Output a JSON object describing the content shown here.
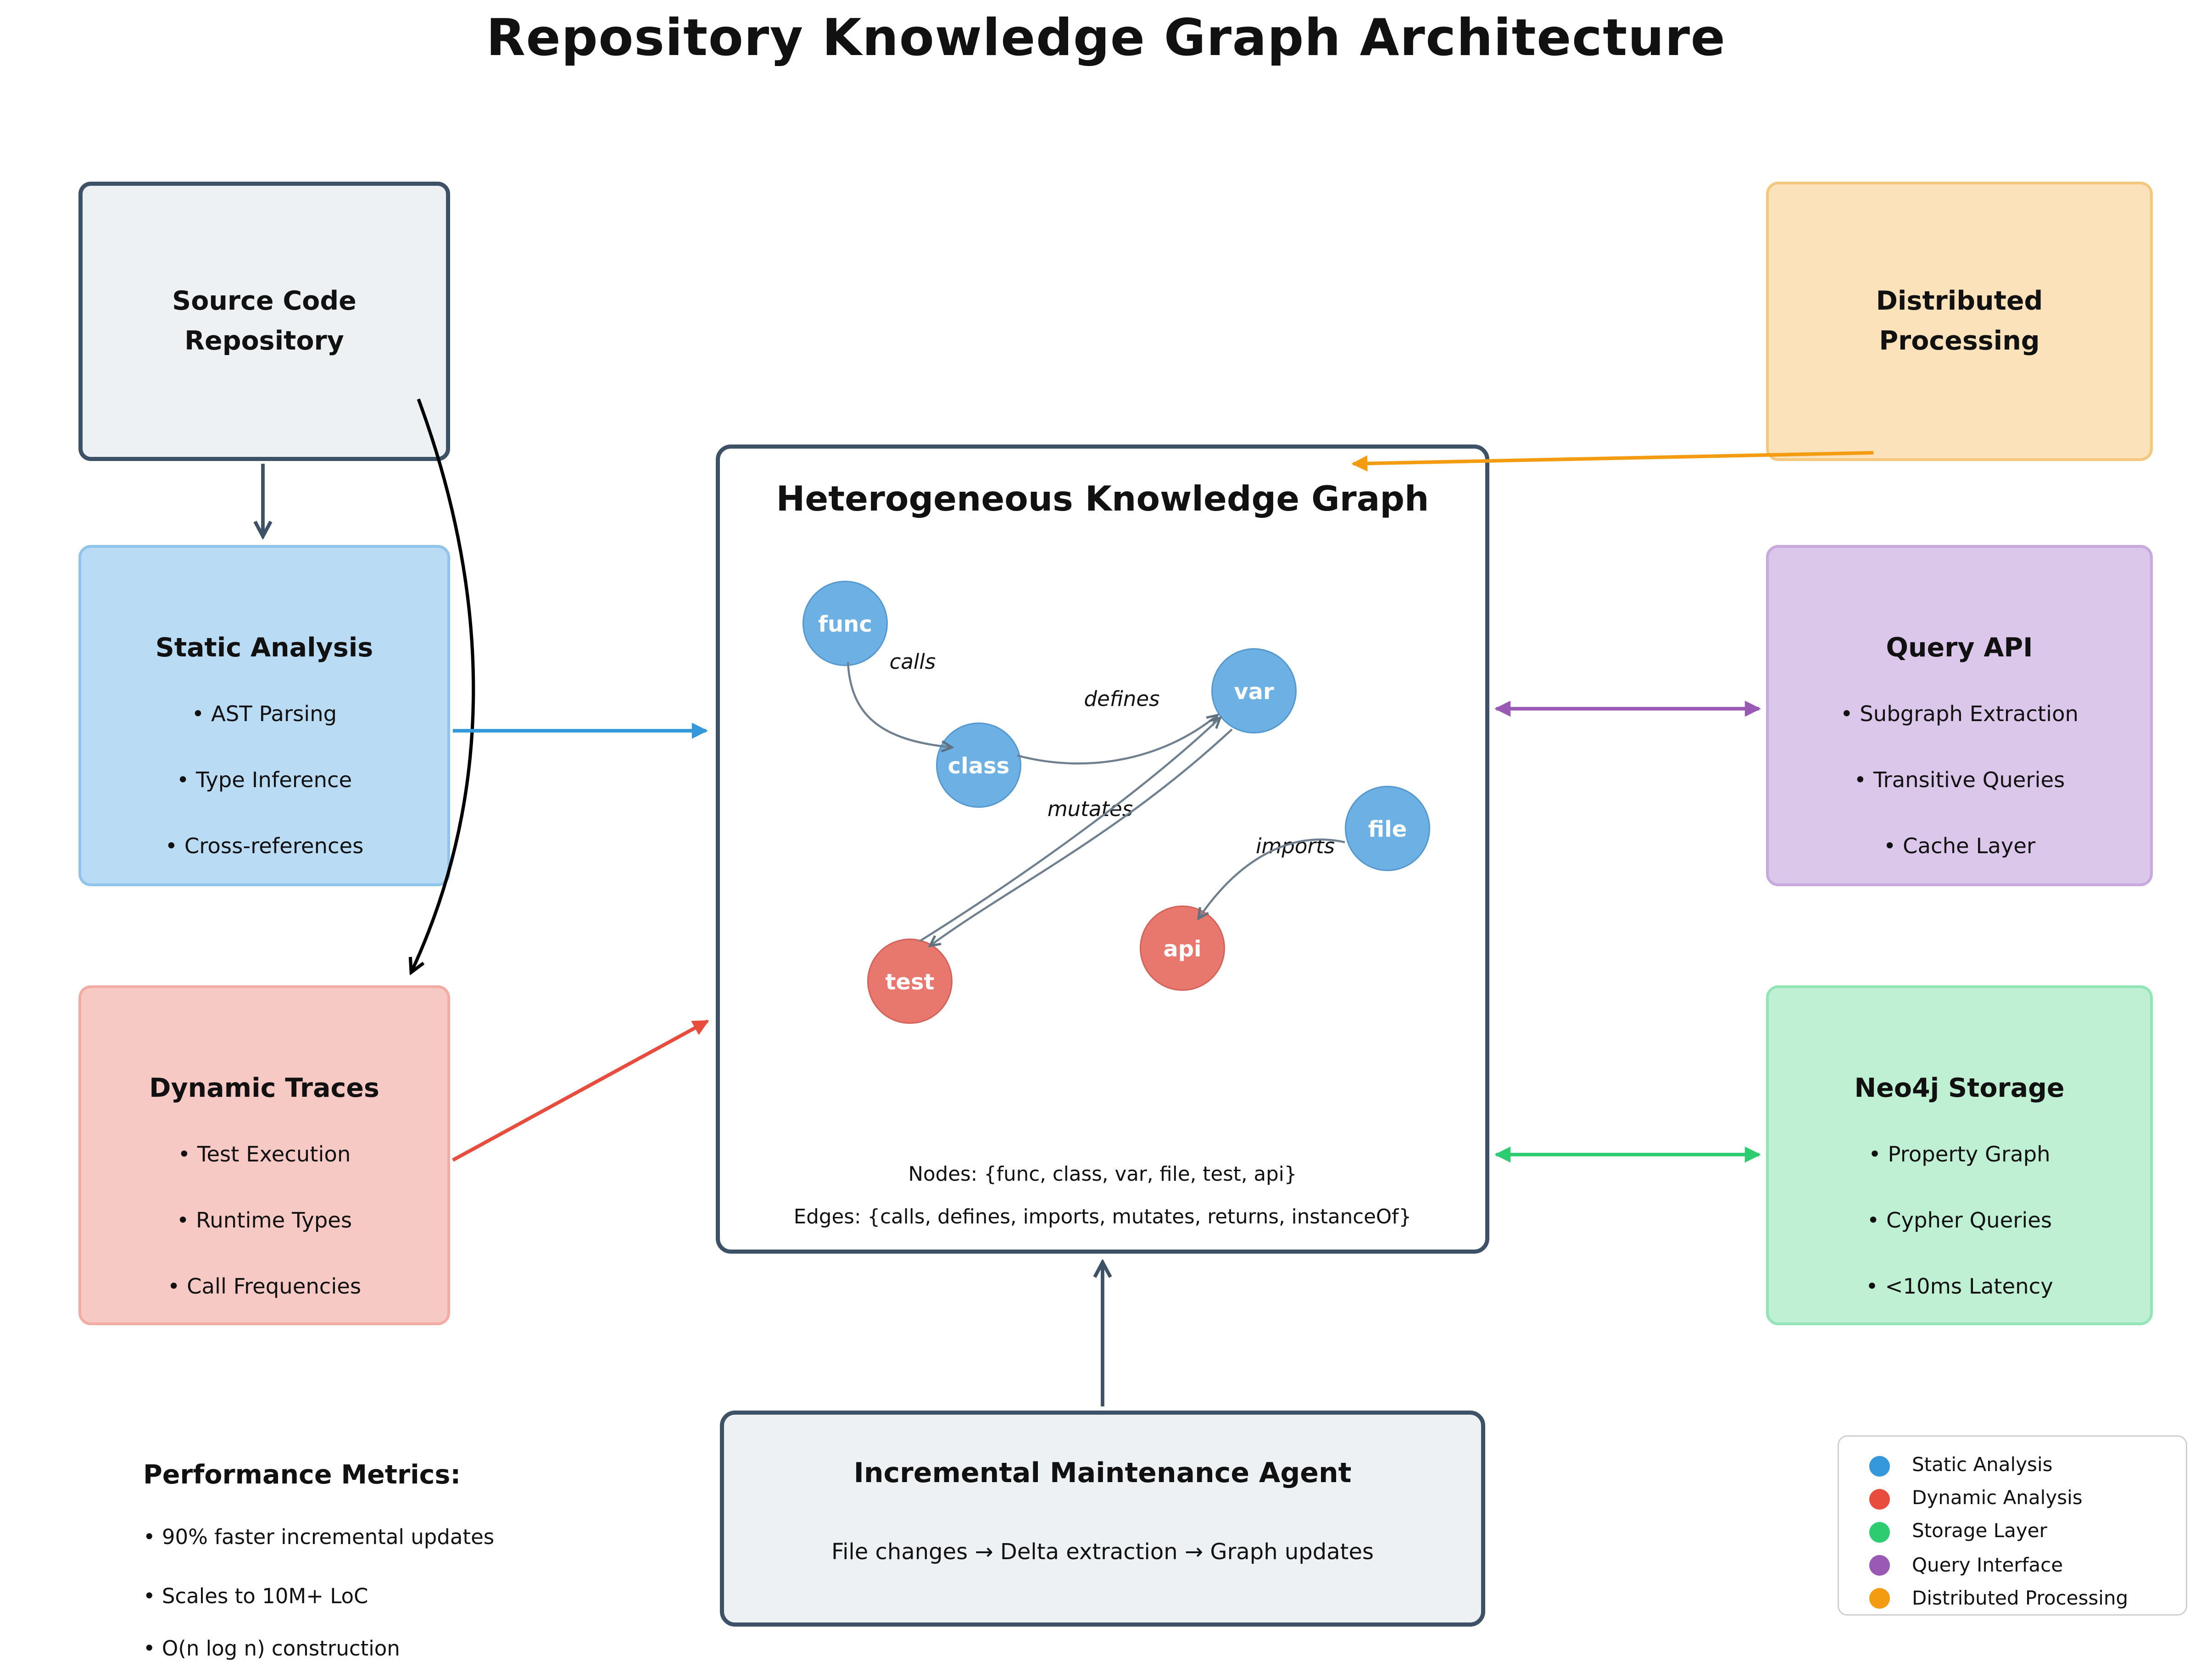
{
  "title": "Repository Knowledge Graph Architecture",
  "boxes": {
    "source_repo": {
      "title_line1": "Source Code",
      "title_line2": "Repository"
    },
    "static_analysis": {
      "title": "Static Analysis",
      "bullets": [
        "• AST Parsing",
        "• Type Inference",
        "• Cross-references"
      ]
    },
    "dynamic_traces": {
      "title": "Dynamic Traces",
      "bullets": [
        "• Test Execution",
        "• Runtime Types",
        "• Call Frequencies"
      ]
    },
    "distributed_processing": {
      "title_line1": "Distributed",
      "title_line2": "Processing"
    },
    "query_api": {
      "title": "Query API",
      "bullets": [
        "• Subgraph Extraction",
        "• Transitive Queries",
        "• Cache Layer"
      ]
    },
    "neo4j_storage": {
      "title": "Neo4j Storage",
      "bullets": [
        "• Property Graph",
        "• Cypher Queries",
        "• <10ms Latency"
      ]
    },
    "maintenance_agent": {
      "title": "Incremental Maintenance Agent",
      "subtitle": "File changes → Delta extraction → Graph updates"
    }
  },
  "central": {
    "title": "Heterogeneous Knowledge Graph",
    "nodes_line": "Nodes: {func, class, var, file, test, api}",
    "edges_line": "Edges: {calls, defines, imports, mutates, returns, instanceOf}",
    "nodes": [
      {
        "label": "func",
        "type": "blue"
      },
      {
        "label": "class",
        "type": "blue"
      },
      {
        "label": "var",
        "type": "blue"
      },
      {
        "label": "file",
        "type": "blue"
      },
      {
        "label": "api",
        "type": "red"
      },
      {
        "label": "test",
        "type": "red"
      }
    ],
    "edge_labels": {
      "calls": "calls",
      "defines": "defines",
      "mutates": "mutates",
      "imports": "imports"
    }
  },
  "performance": {
    "title": "Performance Metrics:",
    "bullets": [
      "• 90% faster incremental updates",
      "• Scales to 10M+ LoC",
      "• O(n log n) construction"
    ]
  },
  "legend": {
    "items": [
      {
        "label": "Static Analysis",
        "color": "#3498db"
      },
      {
        "label": "Dynamic Analysis",
        "color": "#e74c3c"
      },
      {
        "label": "Storage Layer",
        "color": "#2ecc71"
      },
      {
        "label": "Query Interface",
        "color": "#9b59b6"
      },
      {
        "label": "Distributed Processing",
        "color": "#f39c12"
      }
    ]
  },
  "colors": {
    "slate_border": "#3d5266",
    "gray_box_fill": "#eef1f3",
    "static_fill": "#b9dbf4",
    "static_border": "#90c4ea",
    "dynamic_fill": "#f7c9c4",
    "dynamic_border": "#f2aca4",
    "distributed_fill": "#fbe2ba",
    "distributed_border": "#f3c87e",
    "query_fill": "#dbc7ea",
    "query_border": "#c8a9dd",
    "storage_fill": "#bff0d4",
    "storage_border": "#93e5b8",
    "node_blue": "#6cb0e4",
    "node_red": "#e8776e",
    "arrow_blue": "#3498db",
    "arrow_red": "#e74c3c",
    "arrow_green": "#2ecc71",
    "arrow_purple": "#9b59b6",
    "arrow_orange": "#f39c12",
    "arrow_slate": "#3d5266",
    "arrow_black": "#000000",
    "graph_edge_gray": "#6e7f90"
  }
}
